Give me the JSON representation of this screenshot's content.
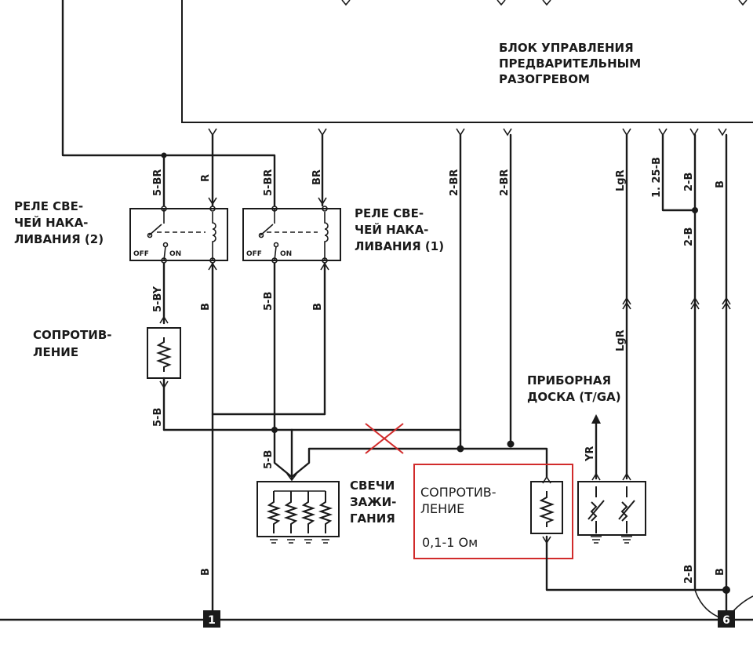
{
  "control_unit": {
    "title": [
      "БЛОК УПРАВЛЕНИЯ",
      "ПРЕДВАРИТЕЛЬНЫМ",
      "РАЗОГРЕВОМ"
    ]
  },
  "relay2": {
    "label": [
      "РЕЛЕ СВЕ-",
      "ЧЕЙ НАКА-",
      "ЛИВАНИЯ (2)"
    ],
    "off": "OFF",
    "on": "ON"
  },
  "relay1": {
    "label": [
      "РЕЛЕ СВЕ-",
      "ЧЕЙ НАКА-",
      "ЛИВАНИЯ (1)"
    ],
    "off": "OFF",
    "on": "ON"
  },
  "resistor_left": {
    "label": [
      "СОПРОТИВ-",
      "ЛЕНИЕ"
    ]
  },
  "glow_plugs": {
    "label": [
      "СВЕЧИ",
      "ЗАЖИ-",
      "ГАНИЯ"
    ]
  },
  "resistor_new": {
    "label": [
      "СОПРОТИВ-",
      "ЛЕНИЕ"
    ],
    "value": "0,1-1 Ом",
    "highlight_color": "#d12b2b"
  },
  "instrument_panel": {
    "label": [
      "ПРИБОРНАЯ",
      "ДОСКА (T/GA)"
    ]
  },
  "wire_labels": {
    "w1": "5-BR",
    "w2": "R",
    "w3": "5-BR",
    "w4": "BR",
    "w5": "2-BR",
    "w6": "2-BR",
    "w7": "LgR",
    "w8": "1. 25-B",
    "w9": "2-B",
    "w10": "B",
    "w11": "2-B",
    "w12": "5-BY",
    "w13": "B",
    "w14": "5-B",
    "w15": "B",
    "w16": "5-B",
    "w17": "LgR",
    "w18": "YR",
    "w19": "5-B",
    "w20": "B",
    "w21": "2-B",
    "w22": "B"
  },
  "connectors": {
    "c1": "1",
    "c2": "6"
  }
}
